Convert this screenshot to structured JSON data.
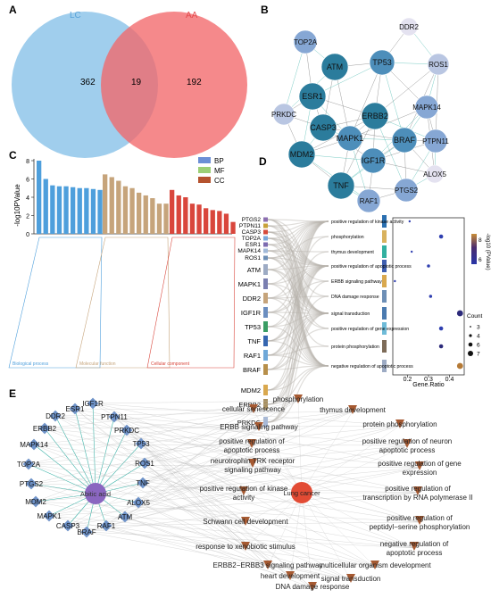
{
  "panels": {
    "A": {
      "label": "A",
      "set1_name": "LC",
      "set2_name": "AA",
      "only1": "362",
      "both": "19",
      "only2": "192"
    },
    "B": {
      "label": "B",
      "nodes": [
        {
          "id": "TOP2A",
          "shade": 2
        },
        {
          "id": "DDR2",
          "shade": 0
        },
        {
          "id": "ROS1",
          "shade": 1
        },
        {
          "id": "ATM",
          "shade": 4
        },
        {
          "id": "TP53",
          "shade": 3
        },
        {
          "id": "ESR1",
          "shade": 4
        },
        {
          "id": "PRKDC",
          "shade": 1
        },
        {
          "id": "MAPK14",
          "shade": 2
        },
        {
          "id": "CASP3",
          "shade": 4
        },
        {
          "id": "ERBB2",
          "shade": 4
        },
        {
          "id": "MAPK1",
          "shade": 3
        },
        {
          "id": "BRAF",
          "shade": 3
        },
        {
          "id": "PTPN11",
          "shade": 2
        },
        {
          "id": "MDM2",
          "shade": 4
        },
        {
          "id": "IGF1R",
          "shade": 3
        },
        {
          "id": "ALOX5",
          "shade": 0
        },
        {
          "id": "TNF",
          "shade": 4
        },
        {
          "id": "RAF1",
          "shade": 2
        },
        {
          "id": "PTGS2",
          "shade": 2
        }
      ]
    },
    "C": {
      "label": "C",
      "chart_data": {
        "type": "bar",
        "ylabel": "-log10PValue",
        "yticks": [
          "0",
          "2",
          "4",
          "6",
          "8"
        ],
        "ylim": [
          0,
          8
        ],
        "legend": [
          {
            "name": "BP",
            "color": "#6c8fd6"
          },
          {
            "name": "MF",
            "color": "#9ccf76"
          },
          {
            "name": "CC",
            "color": "#b5532f"
          }
        ],
        "series": [
          {
            "name": "BP",
            "color": "#4e9fdc",
            "values": [
              8.0,
              6.0,
              5.3,
              5.2,
              5.2,
              5.1,
              5.0,
              5.0,
              4.9,
              4.8
            ]
          },
          {
            "name": "MF",
            "color": "#c6a47b",
            "values": [
              6.5,
              6.2,
              5.8,
              5.2,
              5.0,
              4.5,
              4.2,
              3.9,
              3.3,
              3.3
            ]
          },
          {
            "name": "CC",
            "color": "#d9463c",
            "values": [
              4.8,
              4.2,
              4.0,
              3.3,
              3.2,
              2.8,
              2.6,
              2.5,
              2.2,
              1.3
            ]
          }
        ],
        "groups": [
          "Biological process",
          "Molecular function",
          "Cellular component"
        ]
      }
    },
    "D": {
      "label": "D",
      "genes": [
        "PTGS2",
        "PTPN11",
        "CASP3",
        "TOP2A",
        "ESR1",
        "MAPK14",
        "ROS1",
        "ATM",
        "MAPK1",
        "DDR2",
        "IGF1R",
        "TP53",
        "TNF",
        "RAF1",
        "BRAF",
        "MDM2",
        "ERBB2",
        "PRKDC"
      ],
      "terms": [
        "positive regulation of kinase activity",
        "phosphorylation",
        "thymus development",
        "positive regulation of apoptotic process",
        "ERBB signaling pathway",
        "DNA damage response",
        "signal transduction",
        "positive regulation of gene expression",
        "protein phosphorylation",
        "negative regulation of apoptotic process"
      ],
      "chart_data": {
        "type": "scatter",
        "xlabel": "Gene.Ratio",
        "xticks": [
          "0.2",
          "0.3",
          "0.4"
        ],
        "xlim": [
          0.13,
          0.47
        ],
        "x": [
          0.21,
          0.36,
          0.22,
          0.3,
          0.14,
          0.31,
          0.45,
          0.36,
          0.36,
          0.45
        ],
        "counts": [
          3,
          5,
          3,
          4,
          3,
          4,
          7,
          5,
          5,
          7
        ],
        "color_values": [
          5.2,
          5.8,
          5.4,
          5.9,
          5.0,
          6.0,
          6.3,
          5.9,
          6.2,
          8.0
        ],
        "colorbar_label": "-log10 (PValue)",
        "colorbar_ticks": [
          "8",
          "6"
        ],
        "size_legend_title": "Count",
        "size_legend": [
          "3",
          "4",
          "6",
          "7"
        ]
      }
    },
    "E": {
      "label": "E",
      "hub_left": "Abitic acid",
      "hub_right": "Lung cancer",
      "targets": [
        "IGF1R",
        "ESR1",
        "DDR2",
        "PTPN11",
        "ERBB2",
        "PRKDC",
        "MAPK14",
        "TP53",
        "TOP2A",
        "ROS1",
        "PTGS2",
        "TNF",
        "MDM2",
        "ALOX5",
        "MAPK1",
        "ATM",
        "CASP3",
        "RAF1",
        "BRAF"
      ],
      "pathways": [
        "phosphorylation",
        "cellular senescence",
        "thymus development",
        "ERBB signaling pathway",
        "protein phosphorylation",
        "positive regulation of apoptotic process",
        "positive regulation of neuron apoptotic process",
        "neurotrophin TRK receptor signaling pathway",
        "positive regulation of gene expression",
        "positive regulation of kinase activity",
        "positive regulation of transcription by RNA polymerase II",
        "Schwann cell development",
        "positive regulation of peptidyl−serine phosphorylation",
        "response to xenobiotic stimulus",
        "negative regulation of apoptotic process",
        "ERBB2−ERBB3 signaling pathway",
        "multicellular organism development",
        "heart development",
        "signal transduction",
        "DNA damage response"
      ]
    }
  }
}
